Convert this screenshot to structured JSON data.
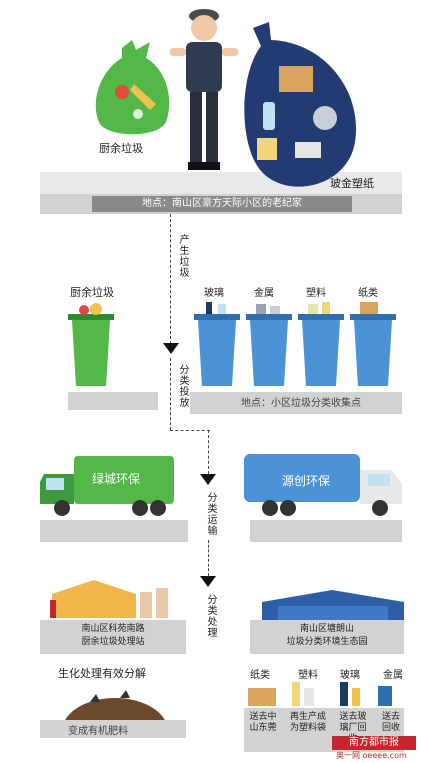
{
  "top": {
    "kitchen_label": "厨余垃圾",
    "recyclable_label": "玻金塑纸",
    "location": "地点：南山区豪方天际小区的老纪家",
    "step_produce": "产生垃圾"
  },
  "bins": {
    "kitchen": "厨余垃圾",
    "glass": "玻璃",
    "metal": "金属",
    "plastic": "塑料",
    "paper": "纸类",
    "location": "地点：小区垃圾分类收集点",
    "step_sort": "分类投放"
  },
  "trucks": {
    "green_truck": "绿城环保",
    "blue_truck": "源创环保",
    "step_transport": "分类运输"
  },
  "processing": {
    "left_station_line1": "南山区科苑南路",
    "left_station_line2": "厨余垃圾处理站",
    "right_station_line1": "南山区塘朗山",
    "right_station_line2": "垃圾分类环境生态园",
    "step_process": "分类处理",
    "bio_label": "生化处理有效分解",
    "fertilizer_label": "变成有机肥料",
    "outputs": [
      {
        "name": "纸类",
        "dest": "送去中山东莞"
      },
      {
        "name": "塑料",
        "dest": "再生产成为塑料袋"
      },
      {
        "name": "玻璃",
        "dest": "送去玻璃厂回收"
      },
      {
        "name": "金属",
        "dest": "送去回收"
      }
    ]
  },
  "watermark": {
    "brand": "南方都市报",
    "sub": "奥一网 oeeee.com"
  },
  "colors": {
    "green": "#53b848",
    "blue": "#4b93d6",
    "navy": "#233a73"
  }
}
